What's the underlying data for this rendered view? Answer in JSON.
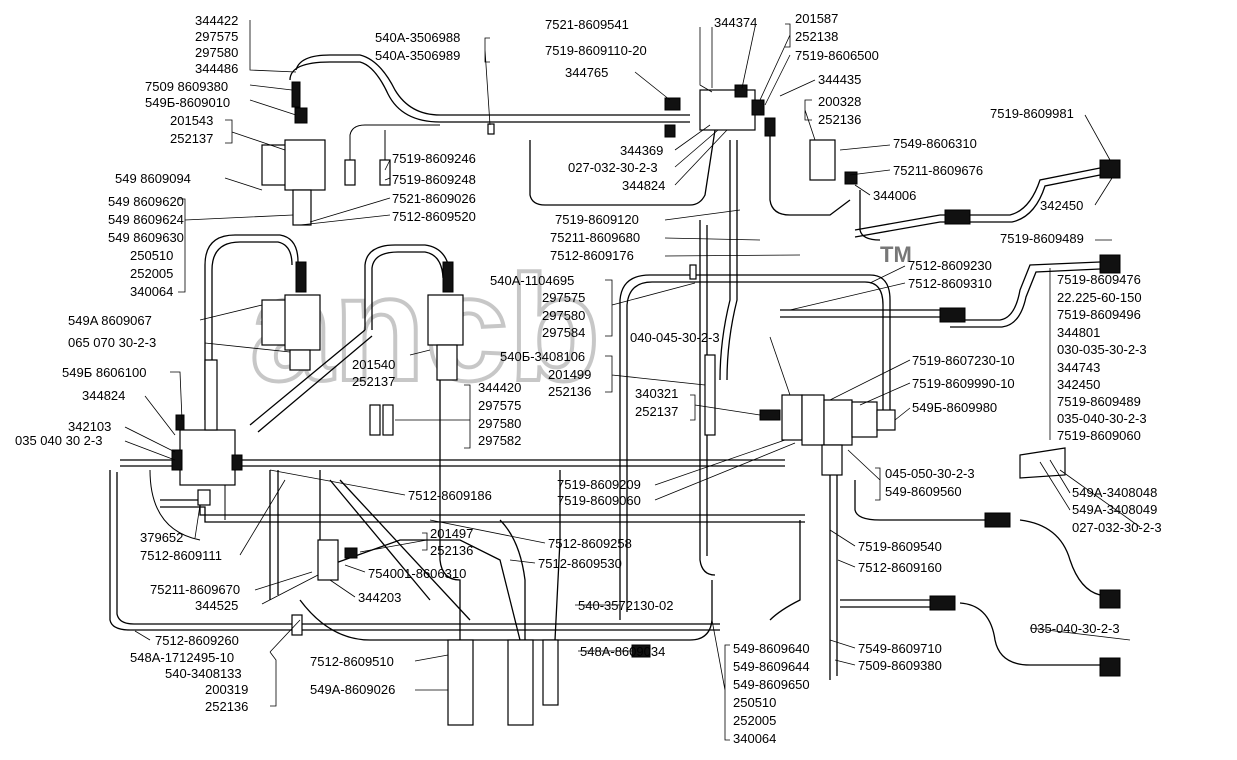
{
  "watermark": {
    "text": "ancb",
    "tm": "TM"
  },
  "corner_mark": "",
  "labels": {
    "l1": "344422",
    "l2": "297575",
    "l3": "297580",
    "l4": "344486",
    "l5": "7509 8609380",
    "l6": "549Б-8609010",
    "l7": "201543",
    "l8": "252137",
    "l9": "549 8609094",
    "l10": "549 8609620",
    "l11": "549 8609624",
    "l12": "549 8609630",
    "l13": "250510",
    "l14": "252005",
    "l15": "340064",
    "l16": "549A 8609067",
    "l17": "065 070 30-2-3",
    "l18": "549Б 8606100",
    "l19": "344824",
    "l20": "342103",
    "l21": "035 040 30 2-3",
    "l22": "379652",
    "l23": "7512-8609111",
    "l24": "75211-8609670",
    "l25": "344525",
    "l26": "7512-8609260",
    "l27": "548A-1712495-10",
    "l28": "540-3408133",
    "l29": "200319",
    "l30": "252136",
    "l31": "540A-3506988",
    "l32": "540A-3506989",
    "l33": "7521-8609541",
    "l34": "7519-8609110-20",
    "l35": "344765",
    "l36": "344374",
    "l37": "201587",
    "l38": "252138",
    "l39": "7519-8606500",
    "l40": "344435",
    "l41": "200328",
    "l42": "252136",
    "l43": "344369",
    "l44": "027-032-30-2-3",
    "l45": "344824",
    "l46": "7519-8609246",
    "l47": "7519-8609248",
    "l48": "7521-8609026",
    "l49": "7512-8609520",
    "l50": "7519-8609120",
    "l51": "75211-8609680",
    "l52": "7512-8609176",
    "l53": "7549-8606310",
    "l54": "75211-8609676",
    "l55": "344006",
    "l56": "7519-8609981",
    "l57": "342450",
    "l58": "7519-8609489",
    "l59": "7512-8609230",
    "l60": "7512-8609310",
    "l61": "540A-1104695",
    "l62": "297575",
    "l63": "297580",
    "l64": "297584",
    "l65": "040-045-30-2-3",
    "l66": "540Б-3408106",
    "l67": "201499",
    "l68": "252136",
    "l69": "201540",
    "l70": "252137",
    "l71": "344420",
    "l72": "297575",
    "l73": "297580",
    "l74": "297582",
    "l75": "340321",
    "l76": "252137",
    "l77": "7519-8609476",
    "l78": "22.225-60-150",
    "l79": "7519-8609496",
    "l80": "344801",
    "l81": "030-035-30-2-3",
    "l82": "344743",
    "l83": "342450",
    "l84": "7519-8609489",
    "l85": "035-040-30-2-3",
    "l86": "7519-8609060",
    "l87": "7519-8607230-10",
    "l88": "7519-8609990-10",
    "l89": "549Б-8609980",
    "l90": "7519-8609209",
    "l91": "7519-8609060",
    "l92": "045-050-30-2-3",
    "l93": "549-8609560",
    "l94": "549A-3408048",
    "l95": "549A-3408049",
    "l96": "027-032-30-2-3",
    "l97": "7512-8609186",
    "l98": "201497",
    "l99": "252136",
    "l100": "7512-8609258",
    "l101": "754001-8606310",
    "l102": "7512-8609530",
    "l103": "344203",
    "l104": "7519-8609540",
    "l105": "7512-8609160",
    "l106": "540-3572130-02",
    "l107": "035-040-30-2-3",
    "l108": "7549-8609710",
    "l109": "7509-8609380",
    "l110": "548A-8609034",
    "l111": "549-8609640",
    "l112": "549-8609644",
    "l113": "549-8609650",
    "l114": "250510",
    "l115": "252005",
    "l116": "340064",
    "l117": "7512-8609510",
    "l118": "549A-8609026"
  }
}
